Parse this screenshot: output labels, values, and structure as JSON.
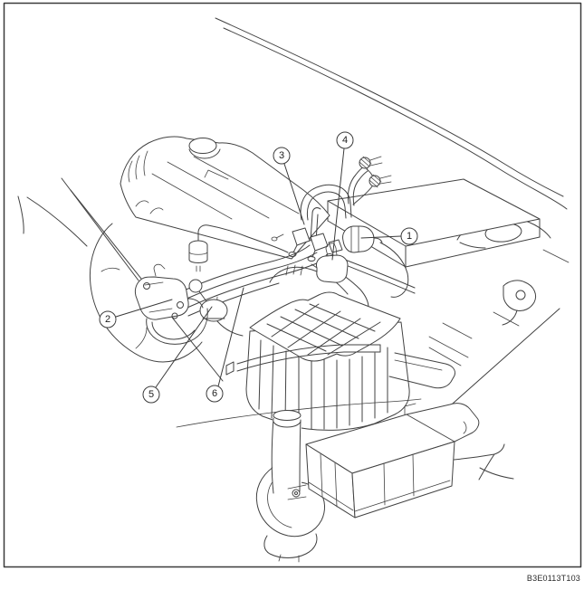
{
  "figure": {
    "code": "B3E0113T103"
  },
  "callouts": [
    {
      "label": "1"
    },
    {
      "label": "2"
    },
    {
      "label": "3"
    },
    {
      "label": "4"
    },
    {
      "label": "5"
    },
    {
      "label": "6"
    }
  ],
  "colors": {
    "ink": "#424242",
    "paper": "#ffffff"
  }
}
